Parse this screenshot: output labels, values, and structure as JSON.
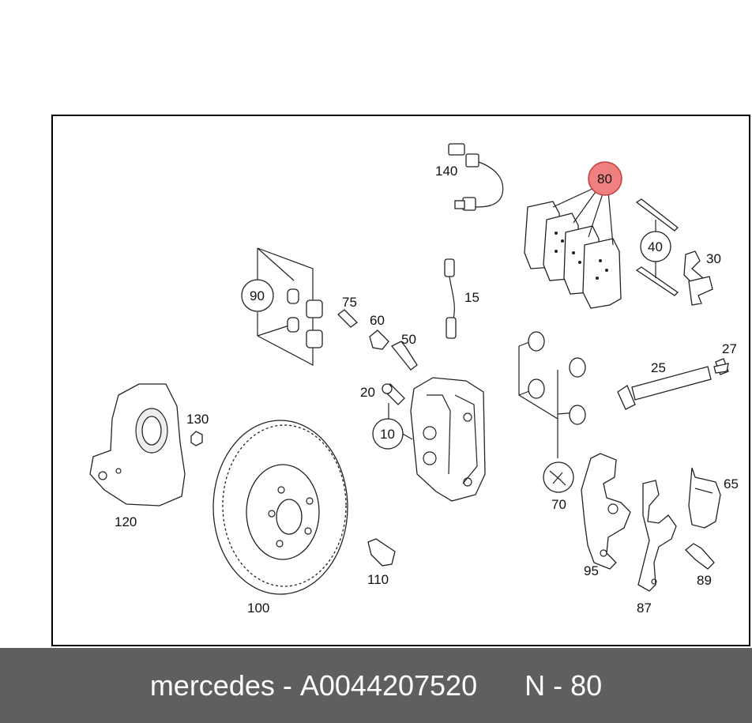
{
  "diagram": {
    "highlight_color": "#f08080",
    "highlighted_part": "80",
    "part_numbers": {
      "p140": "140",
      "p80": "80",
      "p40": "40",
      "p30": "30",
      "p90": "90",
      "p75": "75",
      "p15": "15",
      "p60": "60",
      "p50": "50",
      "p27": "27",
      "p25": "25",
      "p20": "20",
      "p130": "130",
      "p10": "10",
      "p120": "120",
      "p70": "70",
      "p65": "65",
      "p110": "110",
      "p95": "95",
      "p89": "89",
      "p100": "100",
      "p87": "87"
    }
  },
  "footer": {
    "brand": "mercedes",
    "separator": " - ",
    "part_code": "A0044207520",
    "position_label": "N - 80"
  }
}
